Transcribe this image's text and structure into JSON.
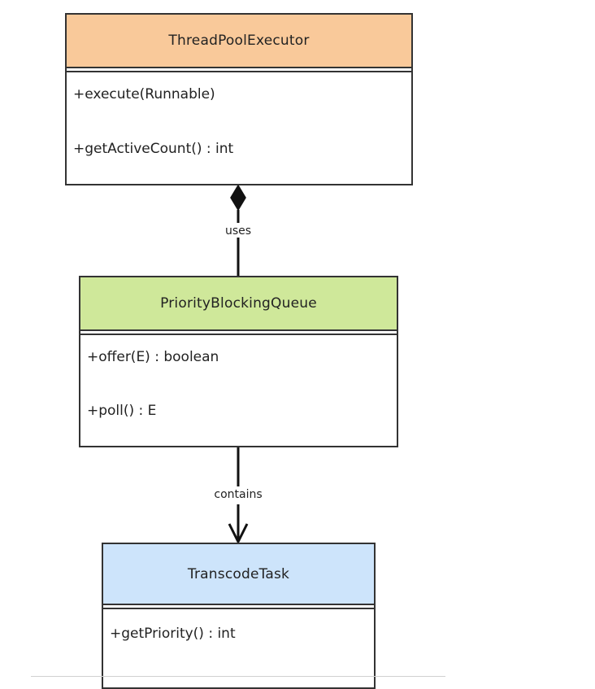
{
  "classes": {
    "executor": {
      "name": "ThreadPoolExecutor",
      "color": "#f9c99a",
      "members": [
        "+execute(Runnable)",
        "+getActiveCount() : int"
      ]
    },
    "queue": {
      "name": "PriorityBlockingQueue",
      "color": "#cfe89a",
      "members": [
        "+offer(E) : boolean",
        "+poll() : E"
      ]
    },
    "task": {
      "name": "TranscodeTask",
      "color": "#cde4fb",
      "members": [
        "+getPriority() : int"
      ]
    }
  },
  "relations": {
    "uses": {
      "label": "uses",
      "type": "composition"
    },
    "contains": {
      "label": "contains",
      "type": "association-arrow"
    }
  }
}
